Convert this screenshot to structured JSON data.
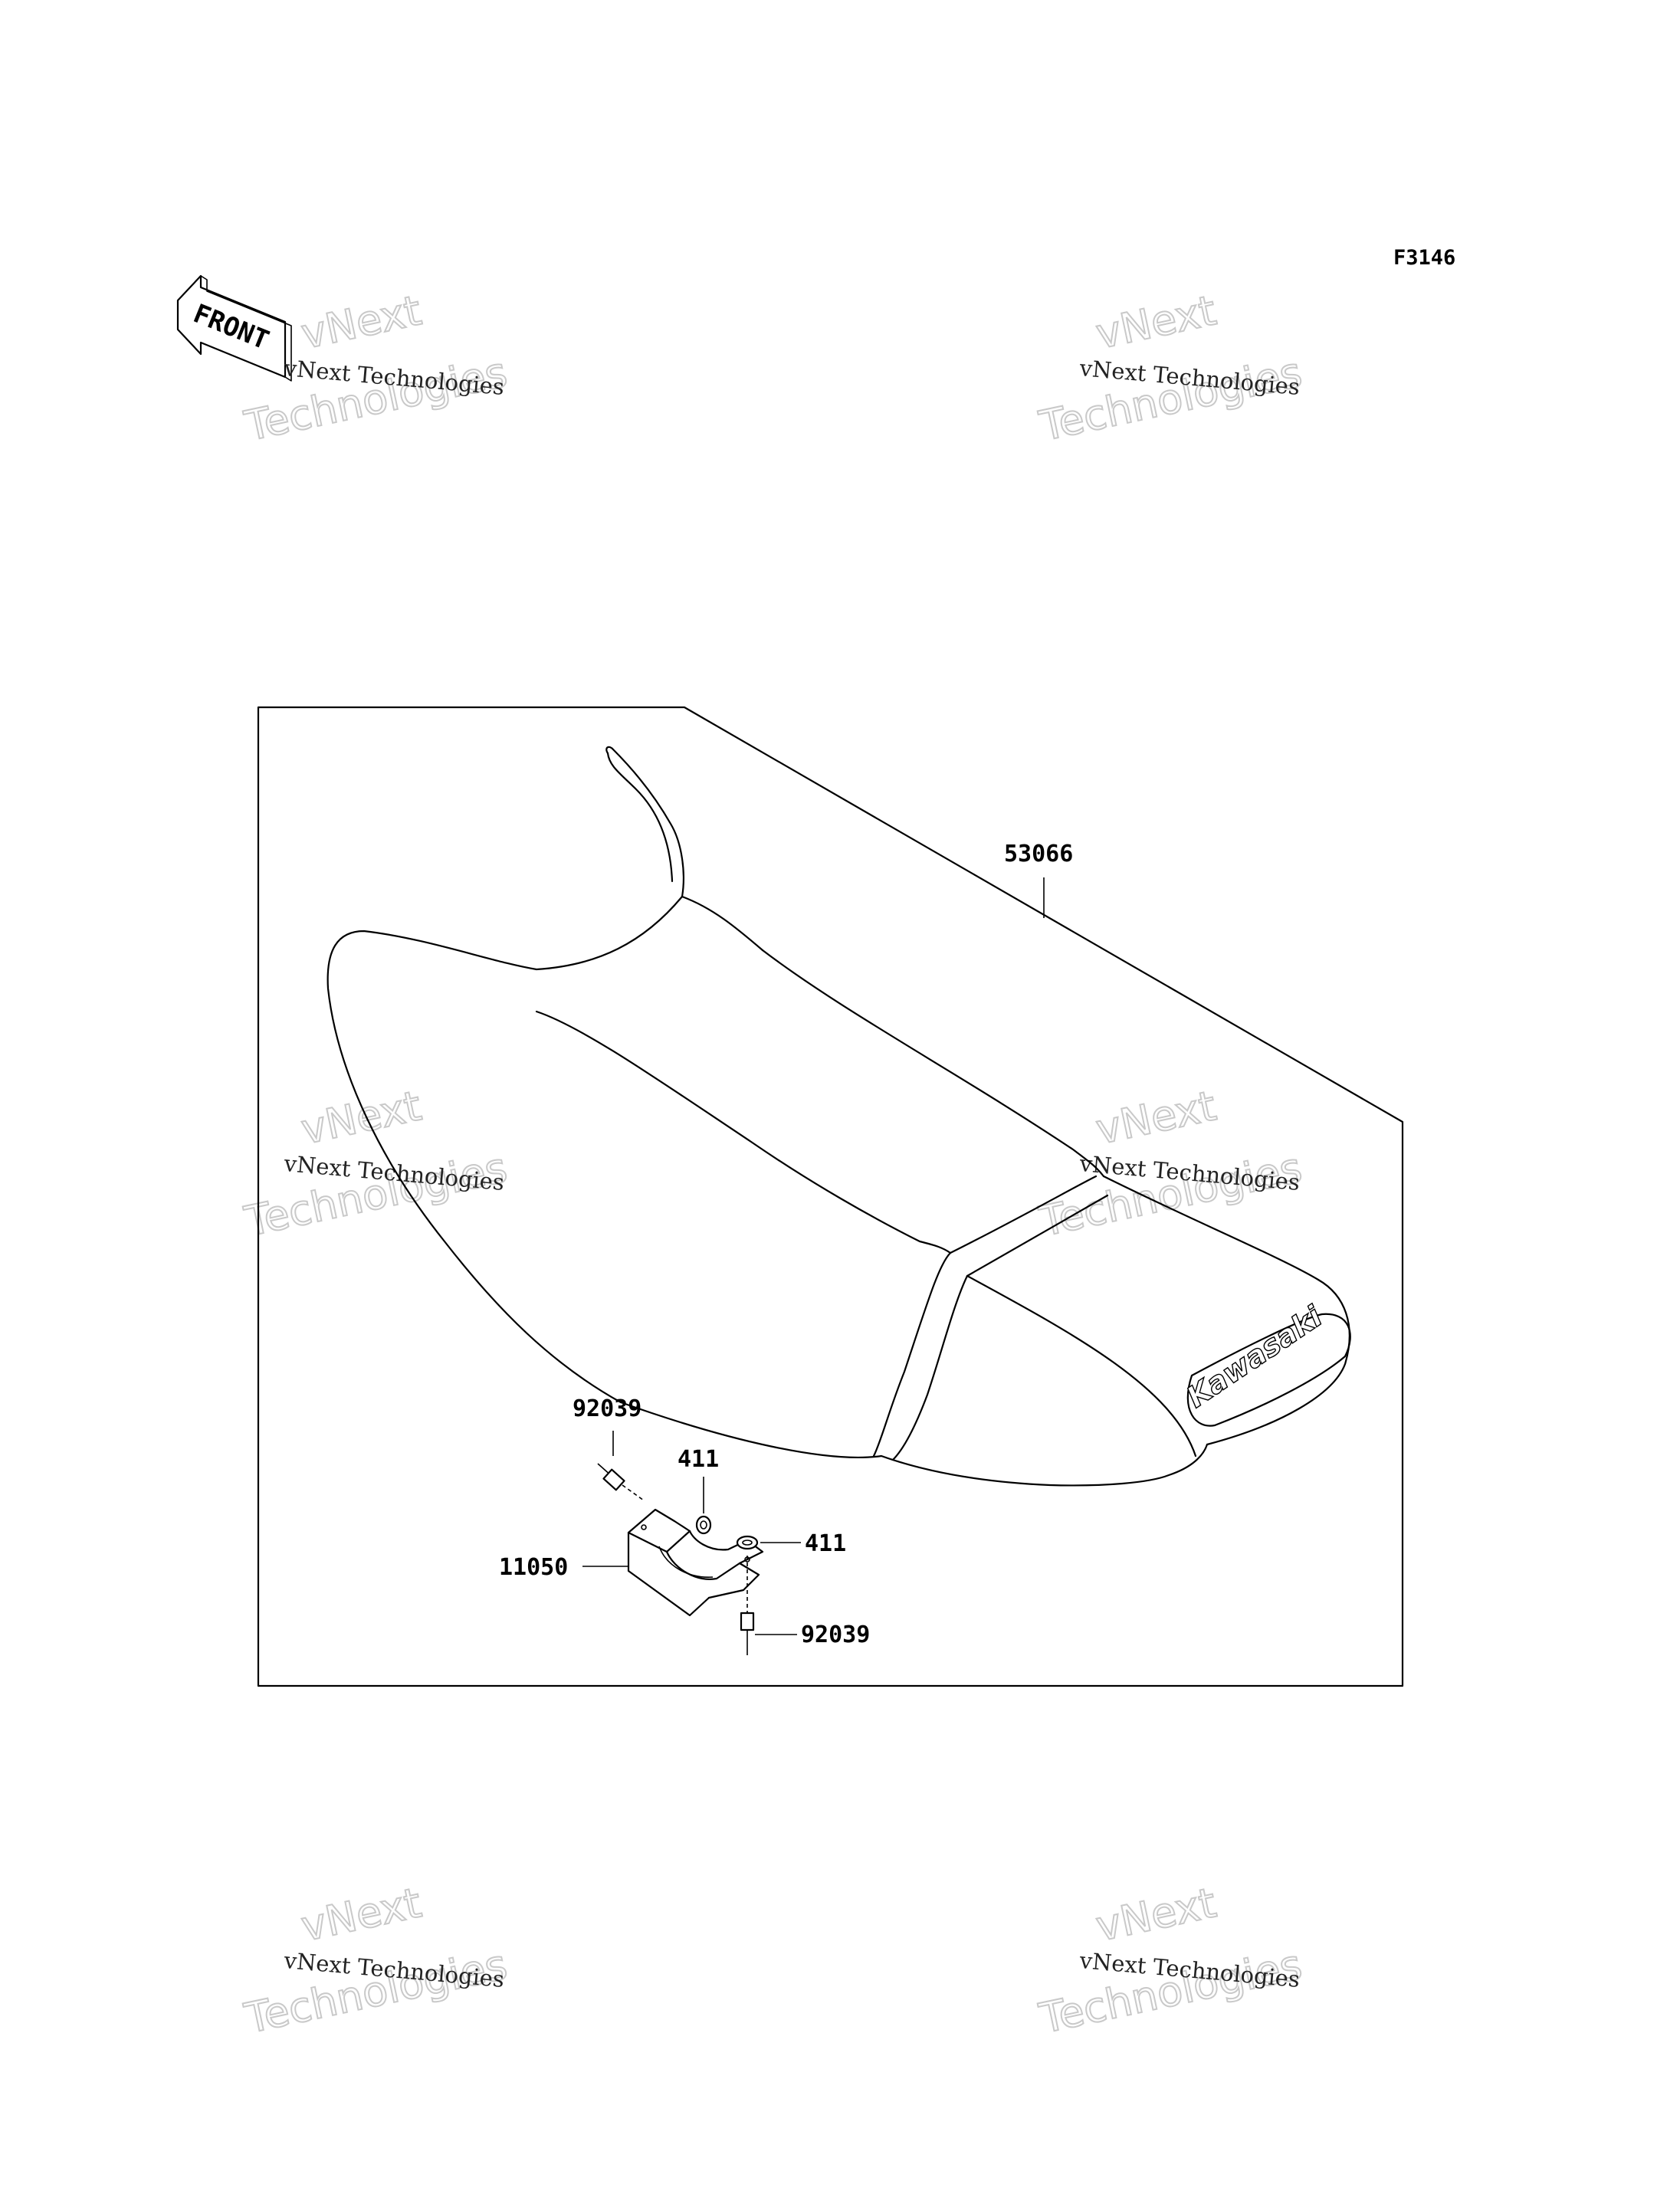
{
  "figure_code": "F3146",
  "front_arrow_text": "FRONT",
  "watermark": {
    "brand_line": "vNext Technologies",
    "big_line_1": "vNext",
    "big_line_2": "Technologies"
  },
  "logo_text": "Kawasaki",
  "callouts": {
    "seat": "53066",
    "bolt_upper": "92039",
    "washer_upper": "411",
    "bracket": "11050",
    "washer_right": "411",
    "bolt_lower": "92039"
  }
}
